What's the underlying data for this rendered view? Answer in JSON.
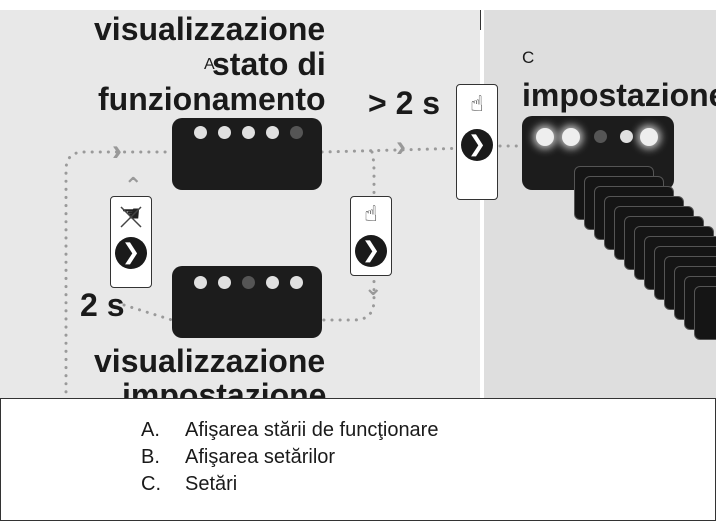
{
  "figure": {
    "title_top_line1": "visualizzazione",
    "title_top_label_a": "A",
    "title_top_line2": "stato di",
    "title_top_line3": "funzionamento",
    "title_bottom_line1": "visualizzazione",
    "title_bottom_line2": "impostazione",
    "time_long": "> 2 s",
    "time_short": "2 s",
    "label_c": "C",
    "title_right": "impostazione",
    "hand_icon": "pointing-hand-icon",
    "no_touch_icon": "hand-crossed-icon",
    "chevron_glyph": "❯",
    "up_arrow": "⌃",
    "down_arrow": "⌄",
    "right_arrow": "›"
  },
  "legend": {
    "items": [
      {
        "letter": "A.",
        "text": "Afişarea stării de funcţionare"
      },
      {
        "letter": "B.",
        "text": "Afişarea setărilor"
      },
      {
        "letter": "C.",
        "text": "Setări"
      }
    ]
  }
}
